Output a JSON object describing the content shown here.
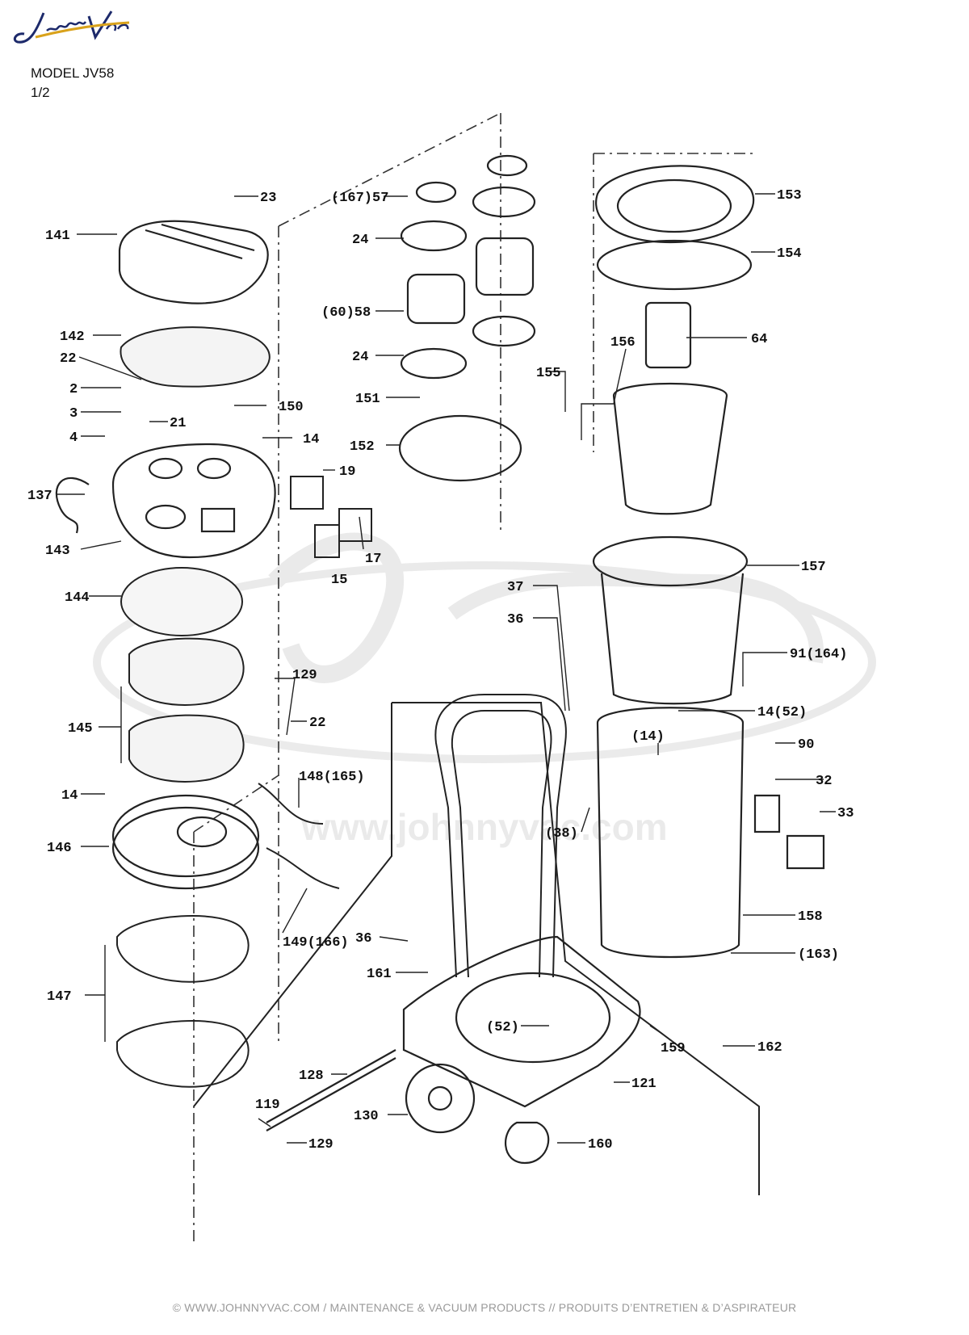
{
  "header": {
    "brand": "JohnnyVac",
    "model": "MODEL JV58",
    "page": "1/2"
  },
  "watermark": {
    "url": "www.johnnyvac.com"
  },
  "callouts": [
    "23",
    "141",
    "142",
    "22",
    "2",
    "3",
    "21",
    "4",
    "150",
    "14",
    "19",
    "137",
    "143",
    "17",
    "15",
    "144",
    "145",
    "129",
    "22",
    "14",
    "146",
    "148(165)",
    "149(166)",
    "147",
    "(167)57",
    "24",
    "(60)58",
    "24",
    "151",
    "155",
    "152",
    "153",
    "154",
    "64",
    "156",
    "157",
    "37",
    "36",
    "91(164)",
    "14(52)",
    "(14)",
    "90",
    "32",
    "33",
    "(38)",
    "158",
    "(163)",
    "36",
    "161",
    "(52)",
    "159",
    "162",
    "128",
    "121",
    "119",
    "130",
    "129",
    "160"
  ],
  "footer": "© WWW.JOHNNYVAC.COM / MAINTENANCE & VACUUM PRODUCTS  //  PRODUITS D’ENTRETIEN & D’ASPIRATEUR"
}
